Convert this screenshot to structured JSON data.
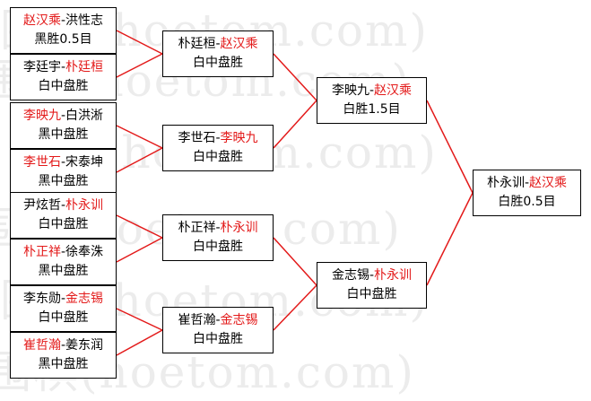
{
  "watermark": {
    "text": "(hoetom.com)",
    "brand": "围棋"
  },
  "colors": {
    "winner": "#e31a1a",
    "connector": "#e31a1a",
    "border": "#000000"
  },
  "round1": [
    {
      "p1": "赵汉乘",
      "p2": "洪性志",
      "winner": "p1",
      "result": "黑胜0.5目"
    },
    {
      "p1": "李廷宇",
      "p2": "朴廷桓",
      "winner": "p2",
      "result": "白中盘胜"
    },
    {
      "p1": "李映九",
      "p2": "白洪淅",
      "winner": "p1",
      "result": "黑中盘胜"
    },
    {
      "p1": "李世石",
      "p2": "宋泰坤",
      "winner": "p1",
      "result": "黑中盘胜"
    },
    {
      "p1": "尹炫哲",
      "p2": "朴永训",
      "winner": "p2",
      "result": "白中盘胜"
    },
    {
      "p1": "朴正祥",
      "p2": "徐奉洙",
      "winner": "p1",
      "result": "黑中盘胜"
    },
    {
      "p1": "李东勋",
      "p2": "金志锡",
      "winner": "p2",
      "result": "白中盘胜"
    },
    {
      "p1": "崔哲瀚",
      "p2": "姜东润",
      "winner": "p1",
      "result": "黑中盘胜"
    }
  ],
  "round2": [
    {
      "p1": "朴廷桓",
      "p2": "赵汉乘",
      "winner": "p2",
      "result": "白中盘胜"
    },
    {
      "p1": "李世石",
      "p2": "李映九",
      "winner": "p2",
      "result": "白中盘胜"
    },
    {
      "p1": "朴正祥",
      "p2": "朴永训",
      "winner": "p2",
      "result": "白中盘胜"
    },
    {
      "p1": "崔哲瀚",
      "p2": "金志锡",
      "winner": "p2",
      "result": "白中盘胜"
    }
  ],
  "round3": [
    {
      "p1": "李映九",
      "p2": "赵汉乘",
      "winner": "p2",
      "result": "白胜1.5目"
    },
    {
      "p1": "金志锡",
      "p2": "朴永训",
      "winner": "p2",
      "result": "白中盘胜"
    }
  ],
  "final": [
    {
      "p1": "朴永训",
      "p2": "赵汉乘",
      "winner": "p2",
      "result": "白胜0.5目"
    }
  ]
}
